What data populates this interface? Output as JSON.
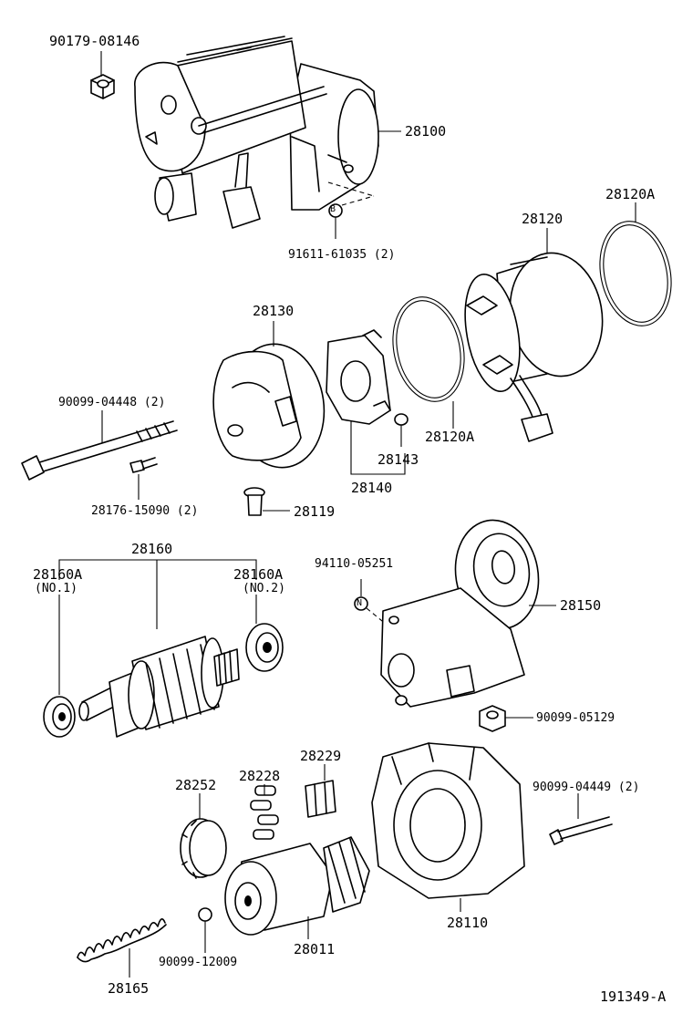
{
  "parts": {
    "p90179_08146": "90179-08146",
    "p28100": "28100",
    "p91611_61035": "91611-61035 (2)",
    "p28120A_top": "28120A",
    "p28120": "28120",
    "p28130": "28130",
    "p90099_04448": "90099-04448 (2)",
    "p28143": "28143",
    "p28120A_mid": "28120A",
    "p28140": "28140",
    "p28176_15090": "28176-15090 (2)",
    "p28119": "28119",
    "p28160": "28160",
    "p28160A_1": "28160A",
    "p28160A_1_note": "(NO.1)",
    "p28160A_2": "28160A",
    "p28160A_2_note": "(NO.2)",
    "p94110_05251": "94110-05251",
    "p28150": "28150",
    "p90099_05129": "90099-05129",
    "p28229": "28229",
    "p28228": "28228",
    "p28252": "28252",
    "p90099_04449": "90099-04449 (2)",
    "p28110": "28110",
    "p28011": "28011",
    "p90099_12009": "90099-12009",
    "p28165": "28165",
    "marker_b": "B",
    "marker_n": "N"
  },
  "drawing_id": "191349-A"
}
